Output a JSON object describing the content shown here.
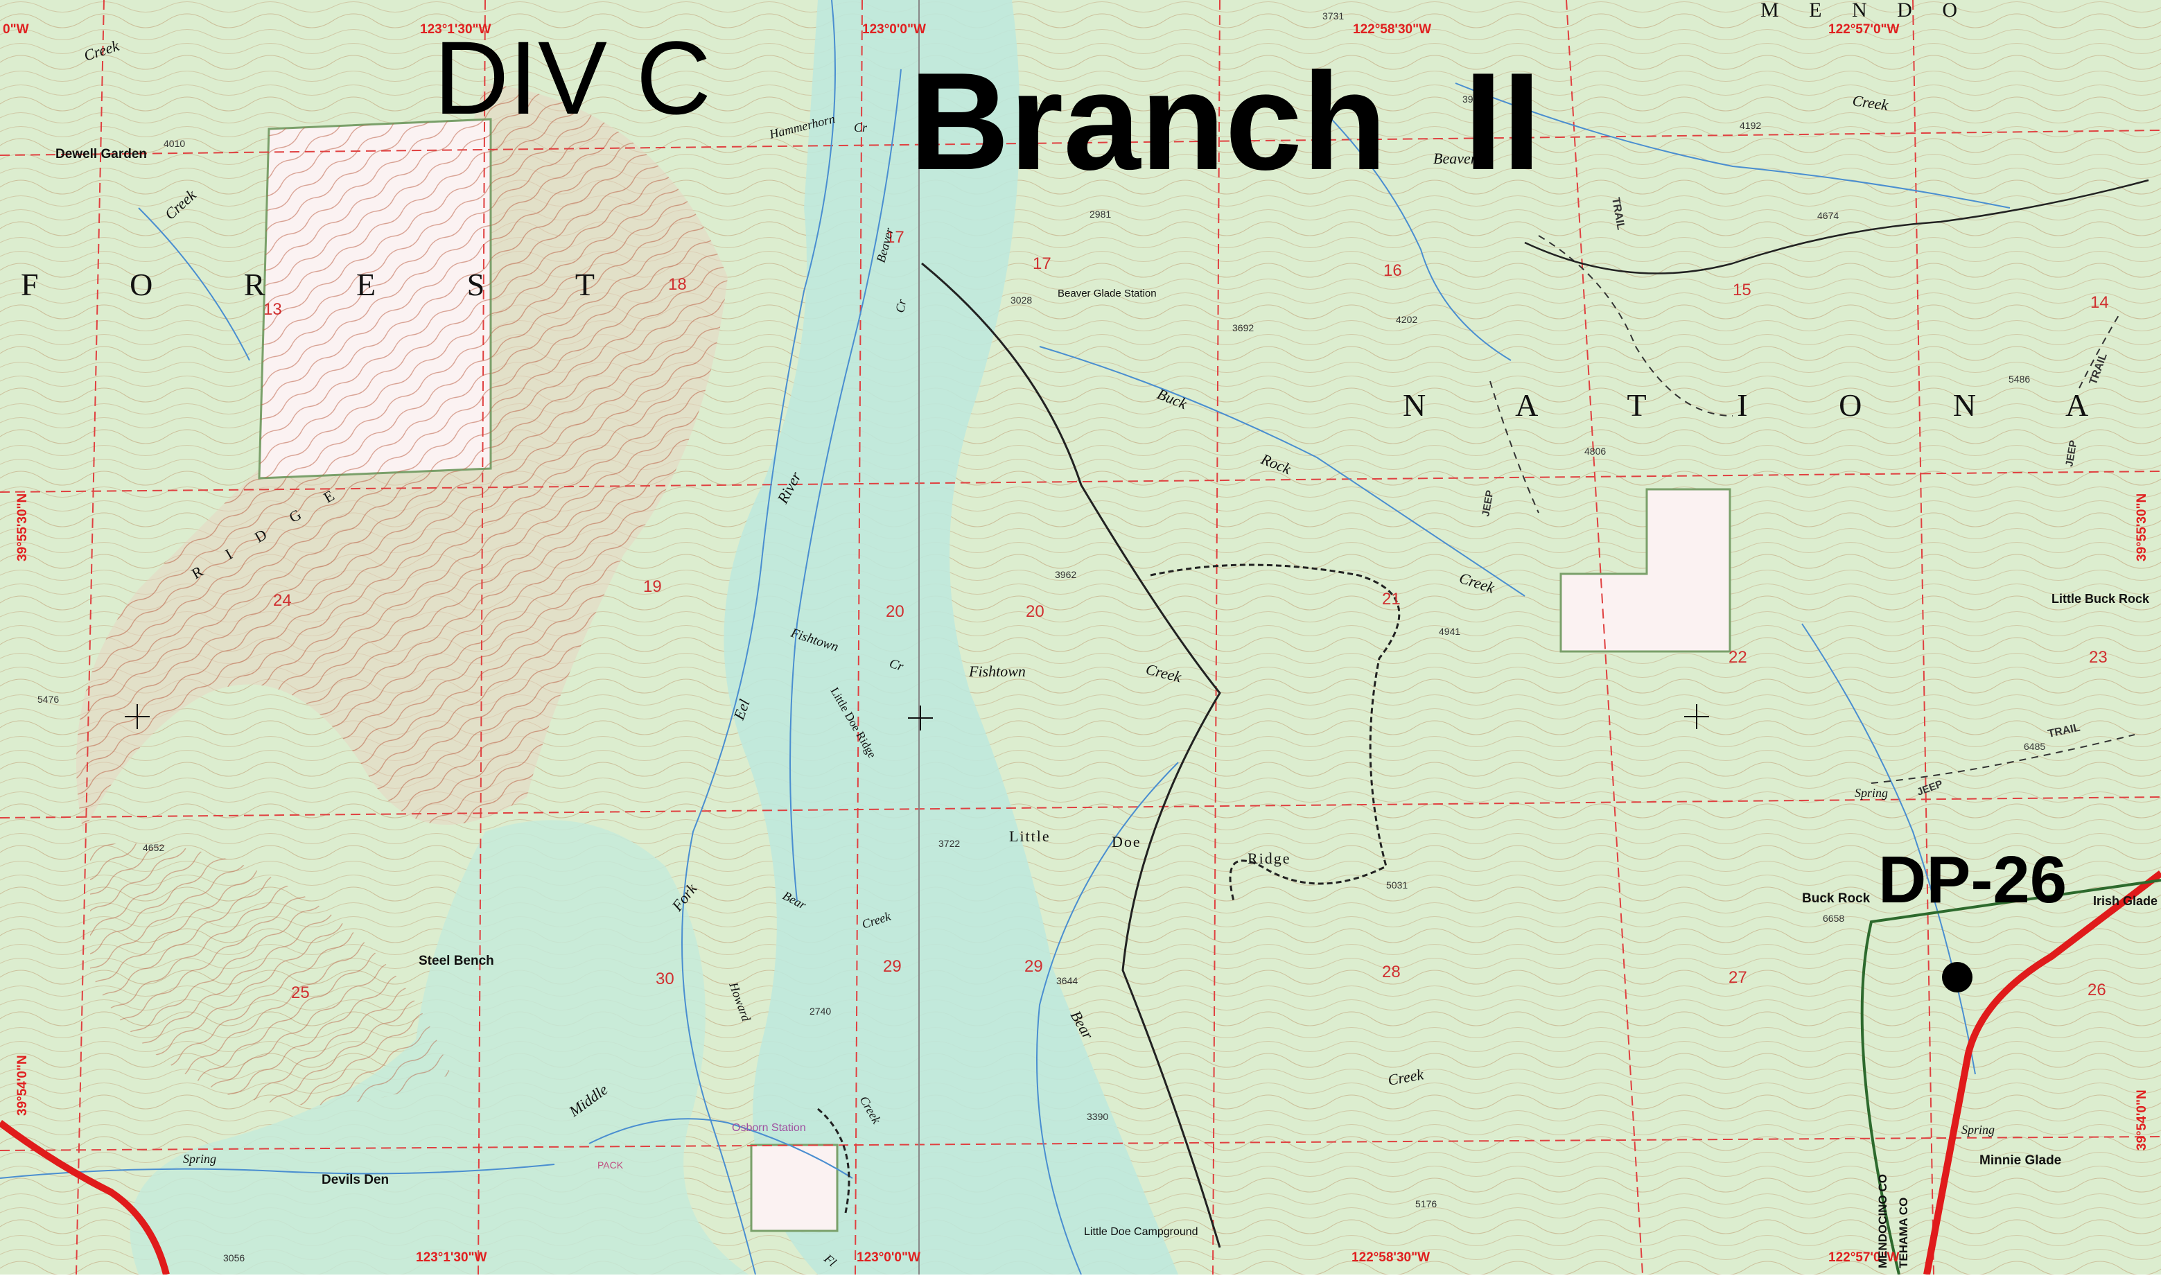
{
  "overlay": {
    "division": "DIV C",
    "branch": "Branch  II",
    "drop_point": "DP-26"
  },
  "coordinates": {
    "top": [
      "0\"W",
      "123°1'30\"W",
      "123°0'0\"W",
      "122°58'30\"W",
      "122°57'0\"W"
    ],
    "bottom": [
      "123°1'30\"W",
      "123°0'0\"W",
      "122°58'30\"W",
      "122°57'0\"W"
    ],
    "left": [
      "39°55'30\"N",
      "39°54'0\"N"
    ],
    "right": [
      "39°55'30\"N",
      "39°54'0\"N"
    ]
  },
  "sections": [
    "13",
    "18",
    "17",
    "17",
    "16",
    "15",
    "14",
    "24",
    "19",
    "20",
    "20",
    "21",
    "22",
    "23",
    "25",
    "30",
    "29",
    "29",
    "28",
    "27",
    "26"
  ],
  "features": {
    "dewell_garden": "Dewell Garden",
    "beaver_glade_station": "Beaver Glade Station",
    "steel_bench": "Steel Bench",
    "devils_den": "Devils Den",
    "osborn_station": "Osborn Station",
    "little_doe_campground": "Little Doe Campground",
    "buck_rock": "Buck Rock",
    "little_buck_rock": "Little Buck Rock",
    "irish_glade": "Irish Glade",
    "minnie_glade": "Minnie Glade",
    "spring1": "Spring",
    "spring2": "Spring",
    "spring3": "Spring",
    "county_1": "MENDOCINO CO",
    "county_2": "TEHAMA CO"
  },
  "water_labels": {
    "creek_top_left": "Creek",
    "creek_left": "Creek",
    "hammerhorn": "Hammerhorn",
    "cr1": "Cr",
    "beaver_cr": "Beaver",
    "cr2": "Cr",
    "beaver_top": "Beaver",
    "creek_top_right": "Creek",
    "buck": "Buck",
    "rock": "Rock",
    "creek_mid": "Creek",
    "fishtown": "Fishtown",
    "fishtown_cr_a": "Fishtown",
    "fishtown_cr_b": "Cr",
    "creek_fishtown": "Creek",
    "river": "River",
    "eel": "Eel",
    "little_doe_ridge_v": "Little Doe Ridge",
    "fork": "Fork",
    "bear": "Bear",
    "creek_bear": "Creek",
    "howard": "Howard",
    "middle": "Middle",
    "creek_lower": "Creek",
    "bear2": "Bear",
    "creek_bottom": "Creek",
    "fl": "Fl"
  },
  "terrain_labels": {
    "forest": "F O R E S T",
    "national": "N A T I O N A L",
    "ridge": "R I D G E",
    "little": "Little",
    "doe": "Doe",
    "ridge2": "Ridge",
    "trail1": "TRAIL",
    "trail2": "TRAIL",
    "trail3": "TRAIL",
    "jeep1": "JEEP",
    "jeep2": "JEEP",
    "jeep3": "JEEP",
    "pack": "PACK",
    "mendo": "M E N D O"
  },
  "elevations": [
    "4010",
    "3731",
    "3956",
    "4192",
    "4674",
    "2981",
    "3028",
    "3692",
    "4202",
    "4806",
    "5486",
    "3962",
    "4941",
    "5476",
    "4652",
    "6485",
    "6658",
    "3722",
    "3644",
    "5031",
    "3390",
    "2740",
    "5176",
    "3056"
  ],
  "colors": {
    "map_green": "#dcedcf",
    "valley_teal": "#bfe8dc",
    "private_land": "#fbf2f2",
    "grid_red": "#e04040",
    "road_red": "#e01b1b"
  }
}
